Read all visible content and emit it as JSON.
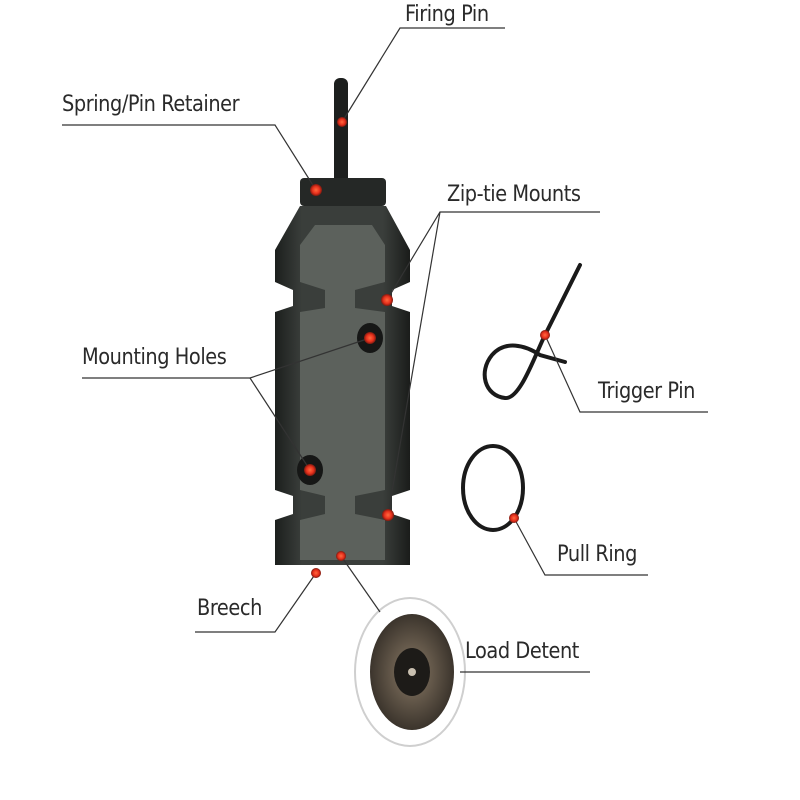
{
  "labels": {
    "firing_pin": "Firing Pin",
    "spring_pin_retainer": "Spring/Pin Retainer",
    "zip_tie_mounts": "Zip-tie Mounts",
    "mounting_holes": "Mounting Holes",
    "trigger_pin": "Trigger Pin",
    "pull_ring": "Pull Ring",
    "breech": "Breech",
    "load_detent": "Load Detent"
  },
  "colors": {
    "marker": "#e8301c",
    "body": "#2c302d",
    "face": "#5d625d",
    "line": "#333333"
  }
}
